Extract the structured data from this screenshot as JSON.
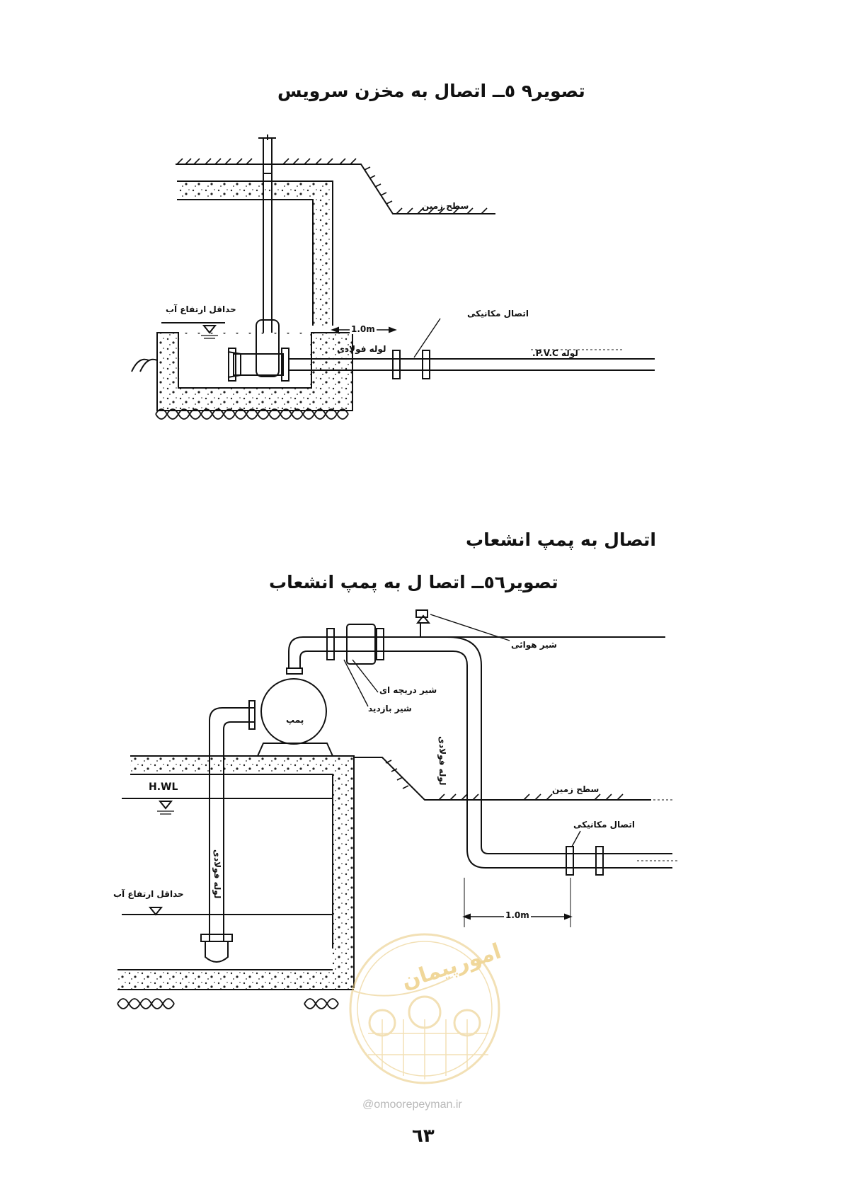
{
  "figure1": {
    "caption": "تصویر۹ ٥ــ اتصال به مخزن سرویس",
    "labels": {
      "ground": "سطح زمین",
      "min_water": "حداقل ارتفاع آب",
      "mech_joint": "اتصال مکانیکی",
      "dim": "1.0m",
      "steel_pipe": "لوله فولادی",
      "pvc_pipe": "لوله  P.V.C."
    }
  },
  "section_heading": "اتصال به پمپ انشعاب",
  "figure2": {
    "caption": "تصویر٥٦ــ اتصا ل به پمپ انشعاب",
    "labels": {
      "air_valve": "شیر هوائی",
      "check_valve": "شیر دریچه ای",
      "inspect_valve": "شیر بازدید",
      "pump": "پمپ",
      "steel_pipe_right": "لوله فولادی",
      "steel_pipe_left": "لوله فولادی",
      "ground": "سطح زمین",
      "mech_joint": "اتصال مکانیکی",
      "hwl": "H.WL",
      "min_water": "حداقل ارتفاع آب",
      "dim": "1.0m"
    }
  },
  "watermark": {
    "text": "@omoorepeyman.ir",
    "logo": "امورپیمان"
  },
  "page_number": "٦٣",
  "colors": {
    "ink": "#111111",
    "watermark": "#e8c77a"
  }
}
